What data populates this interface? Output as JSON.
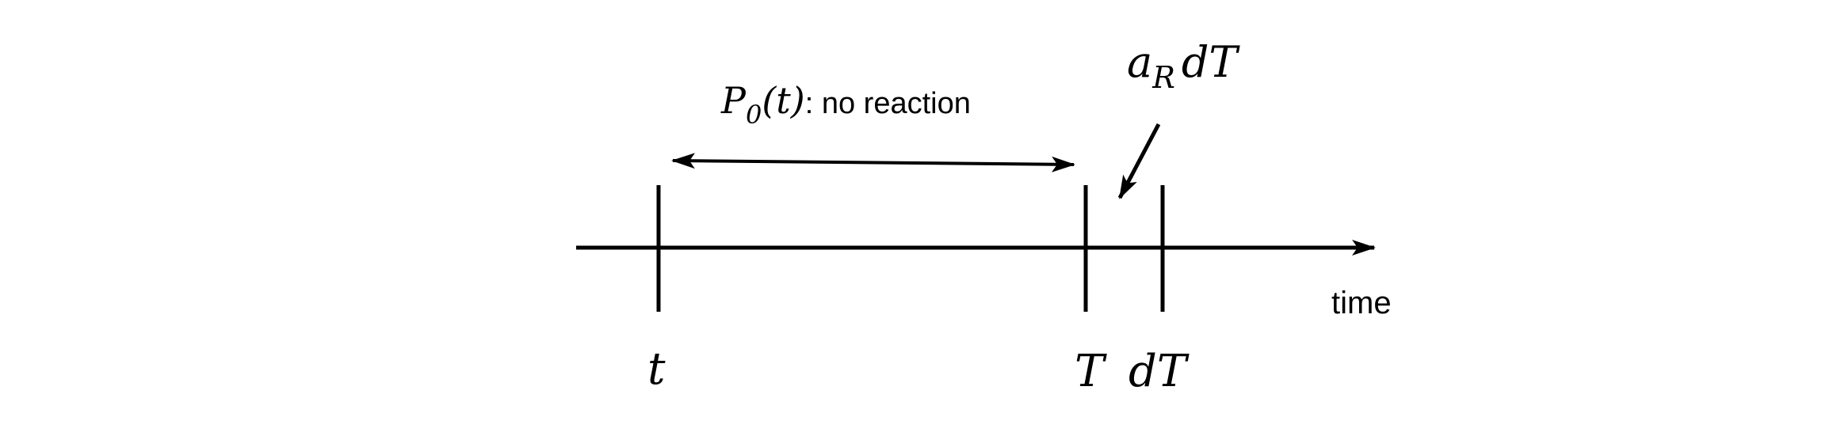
{
  "labels": {
    "interval_prefix": "P",
    "interval_sub": "0",
    "interval_paren_open": "(",
    "interval_var": "t",
    "interval_paren_close": ")",
    "interval_text": ": no reaction",
    "rate_a": "a",
    "rate_sub": "R",
    "rate_dT": "dT",
    "axis_label": "time",
    "tick_t": "t",
    "tick_T": "T",
    "tick_dT": "dT"
  },
  "colors": {
    "ink": "#000000",
    "background": "#ffffff"
  }
}
